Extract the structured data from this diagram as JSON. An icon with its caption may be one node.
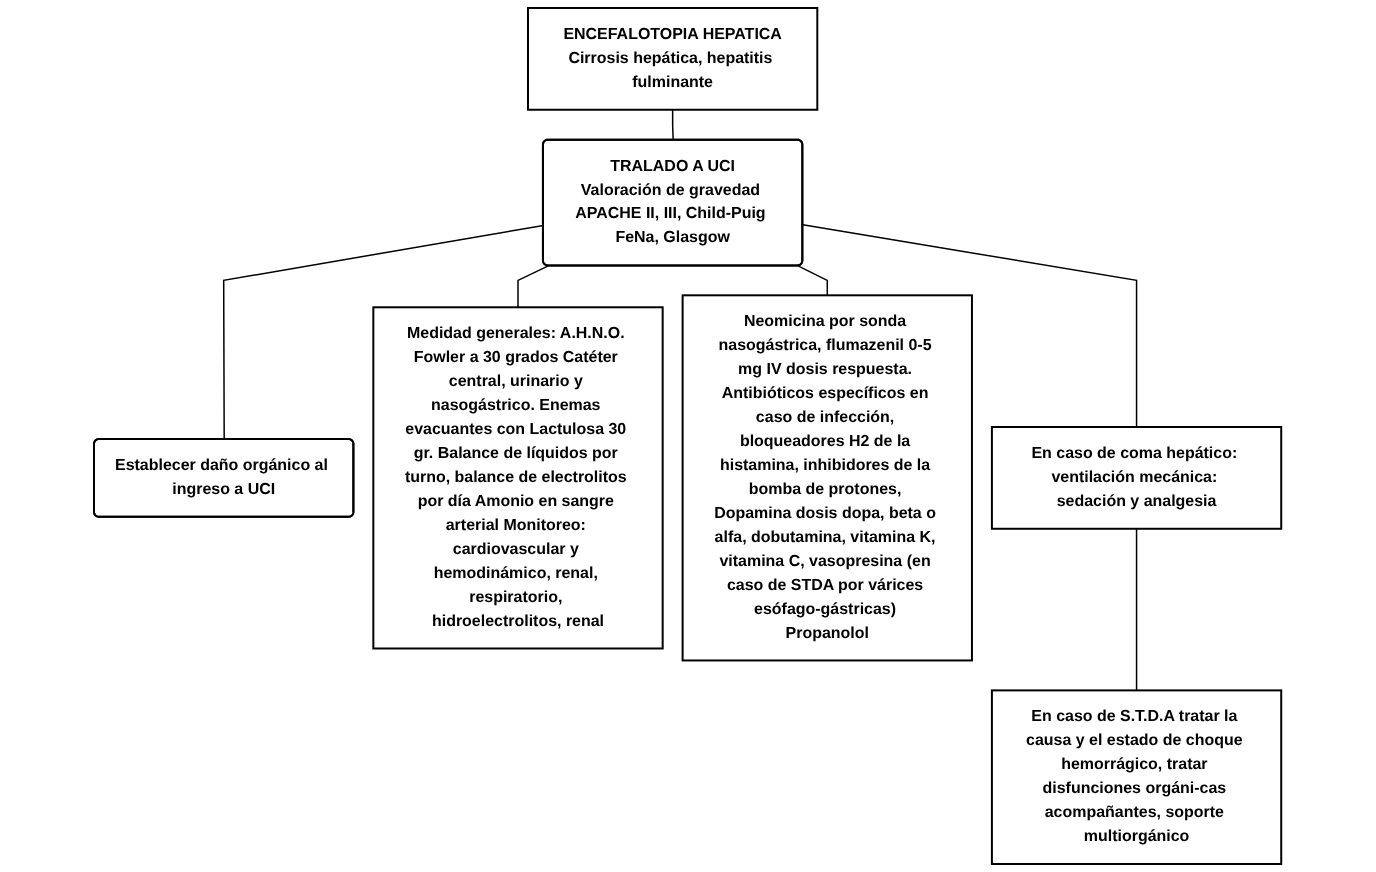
{
  "diagram": {
    "nodes": [
      {
        "text": [
          "ENCEFALOTOPIA HEPATICA",
          "Cirrosis hepática, hepatitis fulminante"
        ]
      },
      {
        "text": [
          "TRALADO A UCI",
          "Valoración de gravedad APACHE II, III, Child-Puig FeNa, Glasgow"
        ]
      },
      {
        "text": [
          "Establecer daño orgánico al ingreso a UCI"
        ]
      },
      {
        "text": [
          "Medidad generales: A.H.N.O. Fowler a 30 grados Catéter central, urinario y nasogástrico. Enemas evacuantes con Lactulosa 30 gr. Balance de líquidos por turno, balance de electrolitos por día Amonio en sangre arterial Monitoreo: cardiovascular y hemodinámico, renal, respiratorio, hidroelectrolitos, renal"
        ]
      },
      {
        "text": [
          "Neomicina por sonda nasogástrica, flumazenil 0-5 mg IV dosis respuesta. Antibióticos específicos en caso de infección, bloqueadores H2 de la histamina, inhibidores de la bomba de protones, Dopamina dosis dopa, beta o alfa, dobutamina, vitamina K, vitamina C, vasopresina (en caso de STDA por várices esófago-gástricas) Propanolol"
        ]
      },
      {
        "text": [
          "En caso de coma hepático: ventilación mecánica: sedación y analgesia"
        ]
      },
      {
        "text": [
          "En caso de S.T.D.A tratar la causa y el estado de choque hemorrágico, tratar disfunciones orgáni-cas acompañantes, soporte multiorgánico"
        ]
      }
    ],
    "edges": [
      {
        "from": 0,
        "to": 1,
        "arrow": "none"
      },
      {
        "from": 1,
        "to": 2,
        "arrow": "none"
      },
      {
        "from": 1,
        "to": 3,
        "arrow": "none"
      },
      {
        "from": 1,
        "to": 4,
        "arrow": "none"
      },
      {
        "from": 1,
        "to": 5,
        "arrow": "none"
      },
      {
        "from": 5,
        "to": 6,
        "arrow": "none"
      }
    ]
  }
}
